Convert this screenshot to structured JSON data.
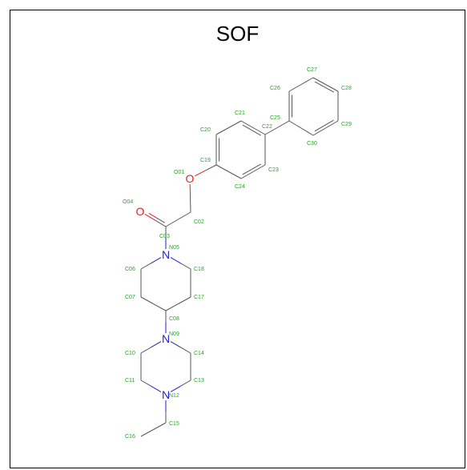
{
  "title": "SOF",
  "colors": {
    "carbon_bond": "#555555",
    "label": "#2ca02c",
    "nitrogen": "#1f1fd0",
    "oxygen": "#e8201f"
  },
  "atoms": [
    {
      "id": "O01",
      "element": "O",
      "symbol": "O"
    },
    {
      "id": "C02",
      "element": "C"
    },
    {
      "id": "C03",
      "element": "C"
    },
    {
      "id": "O04",
      "element": "O",
      "symbol": "O"
    },
    {
      "id": "N05",
      "element": "N",
      "symbol": "N"
    },
    {
      "id": "C06",
      "element": "C"
    },
    {
      "id": "C07",
      "element": "C"
    },
    {
      "id": "C08",
      "element": "C"
    },
    {
      "id": "N09",
      "element": "N",
      "symbol": "N"
    },
    {
      "id": "C10",
      "element": "C"
    },
    {
      "id": "C11",
      "element": "C"
    },
    {
      "id": "N12",
      "element": "N",
      "symbol": "N"
    },
    {
      "id": "C13",
      "element": "C"
    },
    {
      "id": "C14",
      "element": "C"
    },
    {
      "id": "C15",
      "element": "C"
    },
    {
      "id": "C16",
      "element": "C"
    },
    {
      "id": "C17",
      "element": "C"
    },
    {
      "id": "C18",
      "element": "C"
    },
    {
      "id": "C19",
      "element": "C"
    },
    {
      "id": "C20",
      "element": "C"
    },
    {
      "id": "C21",
      "element": "C"
    },
    {
      "id": "C22",
      "element": "C"
    },
    {
      "id": "C23",
      "element": "C"
    },
    {
      "id": "C24",
      "element": "C"
    },
    {
      "id": "C25",
      "element": "C"
    },
    {
      "id": "C26",
      "element": "C"
    },
    {
      "id": "C27",
      "element": "C"
    },
    {
      "id": "C28",
      "element": "C"
    },
    {
      "id": "C29",
      "element": "C"
    },
    {
      "id": "C30",
      "element": "C"
    }
  ],
  "bonds": [
    {
      "a": "C19",
      "b": "O01",
      "order": 1
    },
    {
      "a": "O01",
      "b": "C02",
      "order": 1
    },
    {
      "a": "C02",
      "b": "C03",
      "order": 1
    },
    {
      "a": "C03",
      "b": "O04",
      "order": 2
    },
    {
      "a": "C03",
      "b": "N05",
      "order": 1
    },
    {
      "a": "N05",
      "b": "C06",
      "order": 1
    },
    {
      "a": "C06",
      "b": "C07",
      "order": 1
    },
    {
      "a": "C07",
      "b": "C08",
      "order": 1
    },
    {
      "a": "C08",
      "b": "C17",
      "order": 1
    },
    {
      "a": "C17",
      "b": "C18",
      "order": 1
    },
    {
      "a": "C18",
      "b": "N05",
      "order": 1
    },
    {
      "a": "C08",
      "b": "N09",
      "order": 1
    },
    {
      "a": "N09",
      "b": "C10",
      "order": 1
    },
    {
      "a": "C10",
      "b": "C11",
      "order": 1
    },
    {
      "a": "C11",
      "b": "N12",
      "order": 1
    },
    {
      "a": "N12",
      "b": "C13",
      "order": 1
    },
    {
      "a": "C13",
      "b": "C14",
      "order": 1
    },
    {
      "a": "C14",
      "b": "N09",
      "order": 1
    },
    {
      "a": "N12",
      "b": "C15",
      "order": 1
    },
    {
      "a": "C15",
      "b": "C16",
      "order": 1
    },
    {
      "a": "C19",
      "b": "C20",
      "order": 2
    },
    {
      "a": "C20",
      "b": "C21",
      "order": 1
    },
    {
      "a": "C21",
      "b": "C22",
      "order": 2
    },
    {
      "a": "C22",
      "b": "C23",
      "order": 1
    },
    {
      "a": "C23",
      "b": "C24",
      "order": 2
    },
    {
      "a": "C24",
      "b": "C19",
      "order": 1
    },
    {
      "a": "C22",
      "b": "C25",
      "order": 1
    },
    {
      "a": "C25",
      "b": "C26",
      "order": 2
    },
    {
      "a": "C26",
      "b": "C27",
      "order": 1
    },
    {
      "a": "C27",
      "b": "C28",
      "order": 2
    },
    {
      "a": "C28",
      "b": "C29",
      "order": 1
    },
    {
      "a": "C29",
      "b": "C30",
      "order": 2
    },
    {
      "a": "C30",
      "b": "C25",
      "order": 1
    }
  ]
}
